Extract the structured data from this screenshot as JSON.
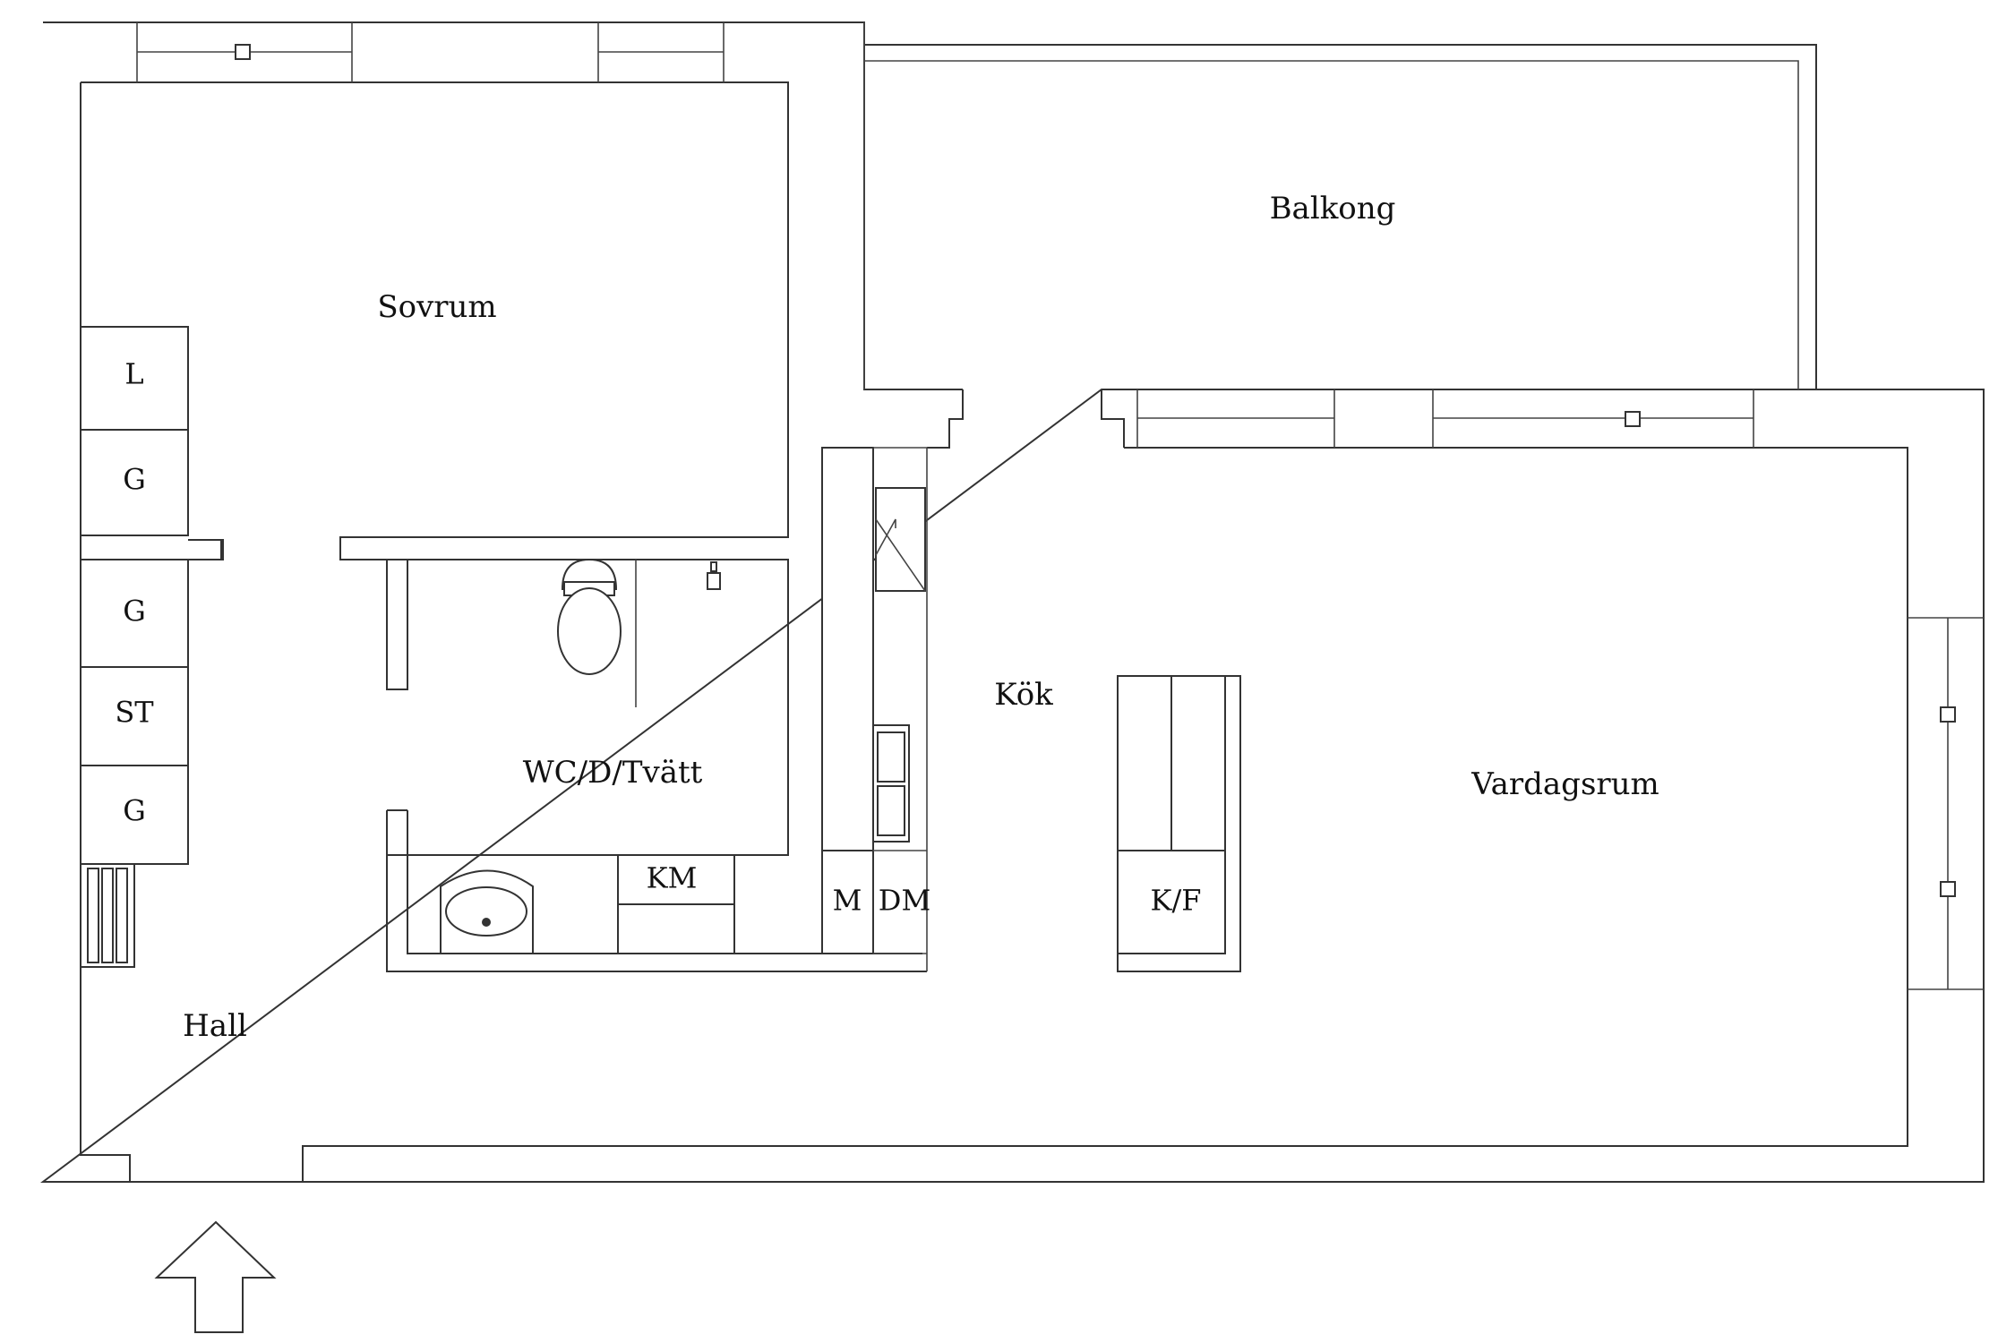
{
  "rooms": {
    "balkong": "Balkong",
    "sovrum": "Sovrum",
    "wc": "WC/D/Tvätt",
    "kok": "Kök",
    "vardagsrum": "Vardagsrum",
    "hall": "Hall"
  },
  "fixtures": {
    "closet_l": "L",
    "closet_g1": "G",
    "closet_g2": "G",
    "closet_st": "ST",
    "closet_g3": "G",
    "washing_machine": "KM",
    "microwave": "M",
    "dishwasher": "DM",
    "fridge_freezer": "K/F"
  }
}
